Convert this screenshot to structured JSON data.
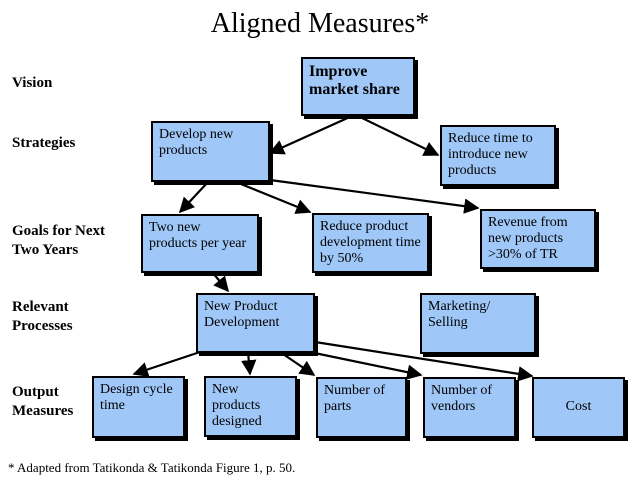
{
  "title": "Aligned Measures*",
  "row_labels": {
    "vision": "Vision",
    "strategies": "Strategies",
    "goals": "Goals for Next Two Years",
    "processes": "Relevant Processes",
    "measures": "Output Measures"
  },
  "nodes": {
    "vision": "Improve market share",
    "strategy_products": "Develop new products",
    "strategy_time": "Reduce time to introduce new products",
    "goal_two_products": "Two new products per year",
    "goal_reduce_time": "Reduce product development time by 50%",
    "goal_revenue": "Revenue from new products >30% of TR",
    "process_npd": "New Product Development",
    "process_marketing": "Marketing/ Selling",
    "measure_design_cycle": "Design cycle time",
    "measure_new_products": "New products designed",
    "measure_parts": "Number of parts",
    "measure_vendors": "Number of vendors",
    "measure_cost": "Cost"
  },
  "footnote": "* Adapted from Tatikonda & Tatikonda Figure 1, p. 50.",
  "colors": {
    "box_fill": "#9fc7f7",
    "border": "#000000"
  }
}
